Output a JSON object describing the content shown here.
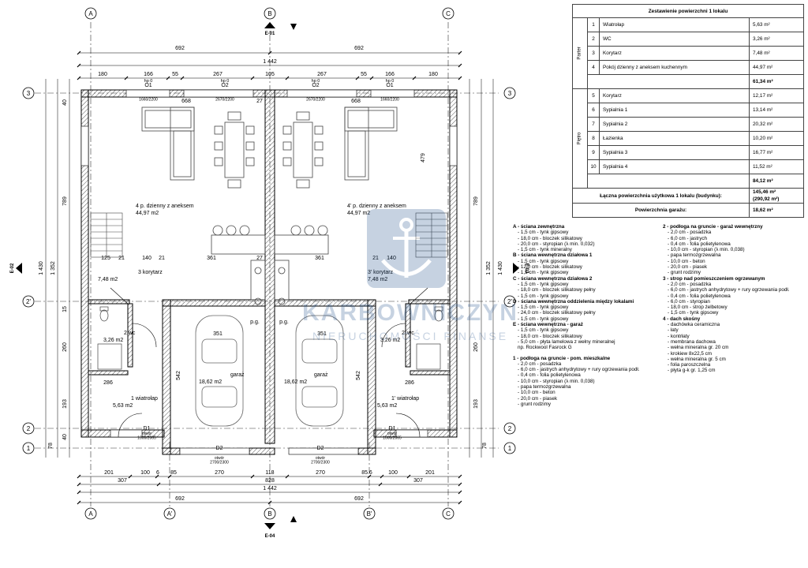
{
  "table": {
    "caption": "Zestawienie powierzchni 1 lokalu",
    "ground_label": "Parter",
    "ground_rows": [
      {
        "no": "1",
        "name": "Wiatrołap",
        "area": "5,63 m²"
      },
      {
        "no": "2",
        "name": "WC",
        "area": "3,26 m²"
      },
      {
        "no": "3",
        "name": "Korytarz",
        "area": "7,48 m²"
      },
      {
        "no": "4",
        "name": "Pokój dzienny z aneksem kuchennym",
        "area": "44,97 m²"
      }
    ],
    "ground_sum": "61,34 m²",
    "upper_label": "Piętro",
    "upper_rows": [
      {
        "no": "5",
        "name": "Korytarz",
        "area": "12,17 m²"
      },
      {
        "no": "6",
        "name": "Sypialnia 1",
        "area": "13,14 m²"
      },
      {
        "no": "7",
        "name": "Sypialnia 2",
        "area": "20,32 m²"
      },
      {
        "no": "8",
        "name": "Łazienka",
        "area": "10,20 m²"
      },
      {
        "no": "9",
        "name": "Sypialnia 3",
        "area": "16,77 m²"
      },
      {
        "no": "10",
        "name": "Sypialnia 4",
        "area": "11,52 m²"
      }
    ],
    "upper_sum": "84,12 m²",
    "total_label": "Łączna powierzchnia użytkowa 1 lokalu (budynku):",
    "total_value": "145,46 m²",
    "total_value_building": "(290,92 m²)",
    "garage_label": "Powierzchnia garażu:",
    "garage_value": "18,62 m²"
  },
  "legend_left": [
    {
      "h": "A - ściana zewnętrzna",
      "items": [
        "- 1,5 cm - tynk gipsowy",
        "- 18,0 cm - bloczek silikatowy",
        "- 20,0 cm - styropian (λ min. 0,032)",
        "- 1,5 cm - tynk mineralny"
      ]
    },
    {
      "h": "B - ściana wewnętrzna działowa 1",
      "items": [
        "- 1,5 cm - tynk gipsowy",
        "- 12,0 cm - bloczek silikatowy",
        "- 1,5 cm - tynk gipsowy"
      ]
    },
    {
      "h": "C - ściana wewnętrzna działowa 2",
      "items": [
        "- 1,5 cm - tynk gipsowy",
        "- 18,0 cm - bloczek silikatowy pełny",
        "- 1,5 cm - tynk gipsowy"
      ]
    },
    {
      "h": "D - ściana wewnętrzna oddzielenia między lokalami",
      "items": [
        "- 1,5 cm - tynk gipsowy",
        "- 24,0 cm - bloczek silikatowy pełny",
        "- 1,5 cm - tynk gipsowy"
      ]
    },
    {
      "h": "E - ściana wewnętrzna - garaż",
      "items": [
        "- 1,5 cm - tynk gipsowy",
        "- 18,0 cm - bloczek silikatowy",
        "- 5,0 cm - płyta lamelowa z wełny mineralnej",
        "  np. Rockwool Fasrock G"
      ]
    },
    {
      "h": "1 - podłoga na gruncie - pom. mieszkalne",
      "items": [
        "- 2,0 cm - posadzka",
        "- 6,0 cm - jastrych anhydrytowy + rury ogrzewania podł.",
        "- 0,4 cm - folia polietylenowa",
        "- 10,0 cm - styropian (λ min. 0,038)",
        "- papa termozgrzewalna",
        "- 10,0 cm - beton",
        "- 20,0 cm - piasek",
        "- grunt rodzimy"
      ]
    }
  ],
  "legend_right": [
    {
      "h": "2 - podłoga na gruncie - garaż wewnętrzny",
      "items": [
        "- 2,0 cm - posadzka",
        "- 6,0 cm - jastrych",
        "- 0,4 cm - folia polietylenowa",
        "- 10,0 cm - styropian (λ min. 0,038)",
        "- papa termozgrzewalna",
        "- 10,0 cm - beton",
        "- 20,0 cm - piasek",
        "- grunt rodzimy"
      ]
    },
    {
      "h": "3 - strop nad pomieszczeniem ogrzewanym",
      "items": [
        "- 2,0 cm - posadzka",
        "- 6,0 cm - jastrych anhydrytowy + rury ogrzewania podł.",
        "- 0,4 cm - folia polietylenowa",
        "- 6,0 cm - styropian",
        "- 18,0 cm - strop żelbetowy",
        "- 1,5 cm - tynk gipsowy"
      ]
    },
    {
      "h": "4 - dach skośny",
      "items": [
        "- dachówka ceramiczna",
        "- łaty",
        "- kontrłaty",
        "- membrana dachowa",
        "- wełna mineralna gr. 20 cm",
        "- krokiew 8x22,5 cm",
        "- wełna mineralna gr. 5 cm",
        "- folia paroszczelna",
        "- płyta g-k gr. 1,25 cm"
      ]
    }
  ],
  "plan": {
    "axes_top": [
      "A",
      "B",
      "C"
    ],
    "axes_bottom": [
      "A",
      "A'",
      "B",
      "B'",
      "C"
    ],
    "axes_side": [
      "3",
      "2'",
      "2",
      "1"
    ],
    "section_marks": [
      "E-01",
      "E-02",
      "E-03",
      "E-04"
    ],
    "dims_top_1": [
      "692",
      "692"
    ],
    "dims_top_2": "1 442",
    "dims_top_3": [
      "180",
      "166",
      "55",
      "267",
      "105",
      "267",
      "55",
      "166",
      "180"
    ],
    "window_labels": [
      "O1",
      "O2",
      "O2",
      "O1"
    ],
    "window_hp": [
      "hp 0",
      "hp 0",
      "hp 0",
      "hp 0"
    ],
    "window_sizes": [
      "otwór\n1660/2200",
      "otwór\n2670/2200",
      "otwór\n2670/2200",
      "otwór\n1660/2200"
    ],
    "dims_bottom_1": [
      "201",
      "100",
      "6",
      "85",
      "270",
      "118",
      "270",
      "85.6",
      "100",
      "201"
    ],
    "dims_bottom_2": [
      "307",
      "828",
      "307"
    ],
    "dims_bottom_3": "1 442",
    "dims_bottom_4": [
      "692",
      "692"
    ],
    "dims_left": [
      "789",
      "1 352",
      "1 430",
      "260",
      "193",
      "78",
      "40",
      "40",
      "15"
    ],
    "rooms": {
      "living_l": {
        "name": "4  p. dzienny z aneksem",
        "area": "44,97 m2"
      },
      "living_r": {
        "name": "4'  p. dzienny z aneksem",
        "area": "44,97 m2"
      },
      "corr_l": {
        "name": "3  korytarz",
        "area": "7,48 m2"
      },
      "corr_r": {
        "name": "3'  korytarz",
        "area": "7,48 m2"
      },
      "wc_l": {
        "name": "2  wc",
        "area": "3,26 m2"
      },
      "wc_r": {
        "name": "2'  wc",
        "area": "3,26 m2"
      },
      "vest_l": {
        "name": "1  wiatrołap",
        "area": "5,63 m2"
      },
      "vest_r": {
        "name": "1'  wiatrołap",
        "area": "5,63 m2"
      },
      "gar_l": {
        "name": "garaż",
        "area": "18,62 m2"
      },
      "gar_r": {
        "name": "garaż",
        "area": "18,62 m2"
      }
    },
    "doors": [
      {
        "id": "D1",
        "size": "otwór\n1000/2065"
      },
      {
        "id": "D2",
        "size": "otwór\n2700/2300"
      },
      {
        "id": "D2",
        "size": "otwór\n2700/2300"
      },
      {
        "id": "D1",
        "size": "otwór\n1000/2065"
      }
    ],
    "inner_dims": [
      "668",
      "27",
      "668",
      "140",
      "21",
      "361",
      "27",
      "361",
      "21",
      "140",
      "351",
      "351",
      "542",
      "542",
      "286",
      "286",
      "479",
      "125",
      "21",
      "p.g.",
      "p.g."
    ]
  },
  "watermark": {
    "brand": "KARBOWNICZYN",
    "sub": "NIERUCHOMOŚCI  FINANSE"
  }
}
